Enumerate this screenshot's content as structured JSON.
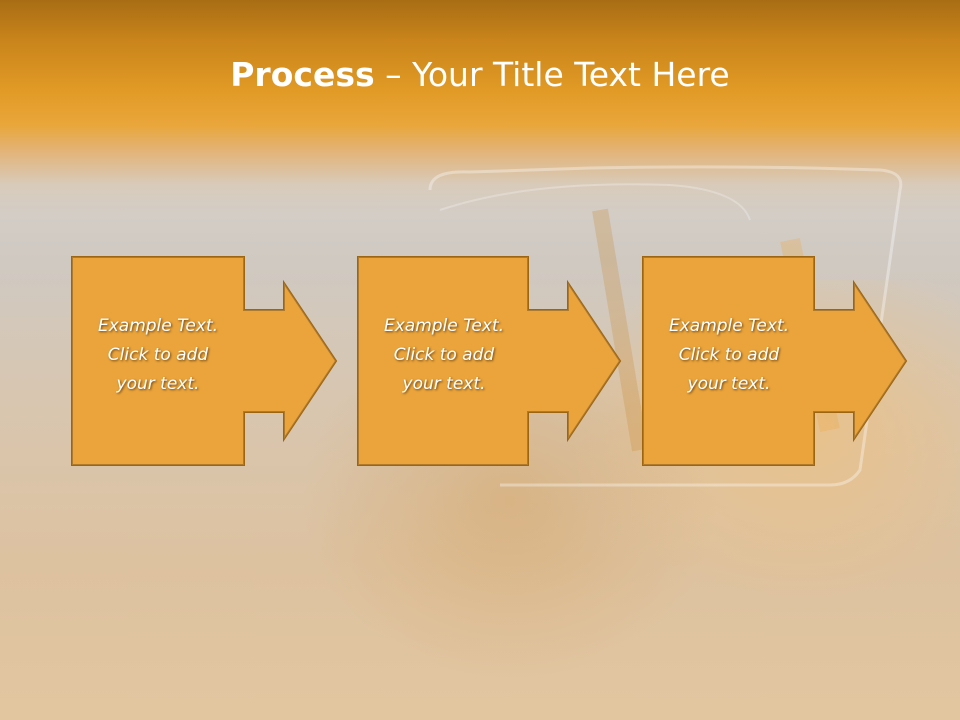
{
  "title": {
    "bold": "Process",
    "rest": " – Your Title Text Here"
  },
  "steps": [
    {
      "text": "Example Text.\nClick  to add\nyour text."
    },
    {
      "text": "Example Text.\nClick  to add\nyour text."
    },
    {
      "text": "Example Text.\nClick  to add\nyour text."
    }
  ],
  "colors": {
    "box_fill": "#e89b25",
    "box_stroke": "#9c6512",
    "title_bar": "#e19a25",
    "text": "#ffffff"
  }
}
